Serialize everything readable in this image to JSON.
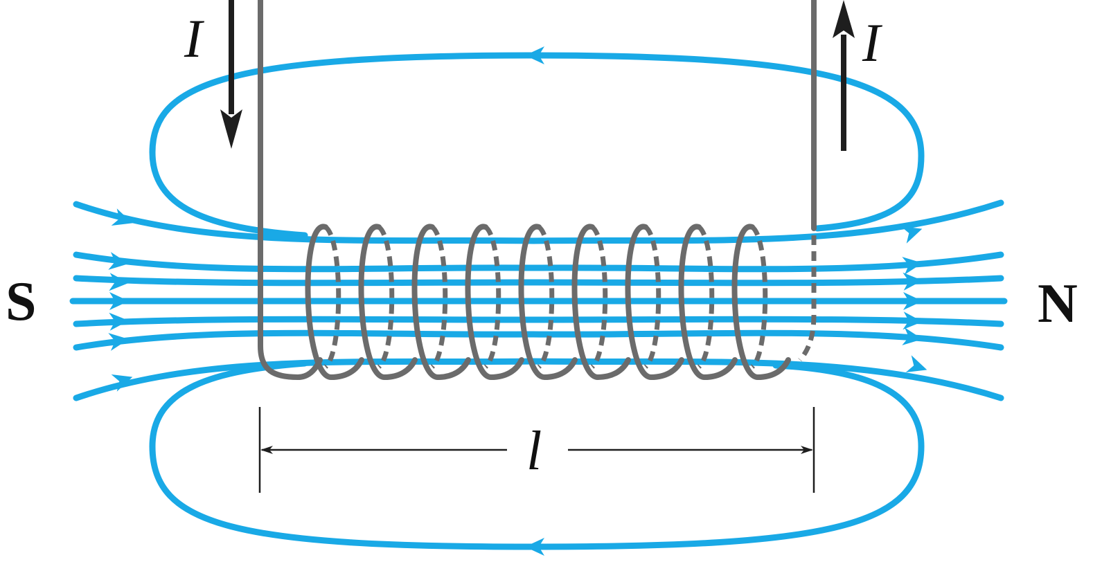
{
  "labels": {
    "south_pole": "S",
    "north_pole": "N",
    "current_in": "I",
    "current_out": "I",
    "length": "l"
  },
  "colors": {
    "field_lines": "#19a9e6",
    "coil_wire": "#6b6b6b",
    "arrows": "#1e1e1e",
    "background": "#ffffff"
  },
  "icons": {
    "field_direction": "field-arrow-icon",
    "current_direction": "current-arrow-icon"
  }
}
